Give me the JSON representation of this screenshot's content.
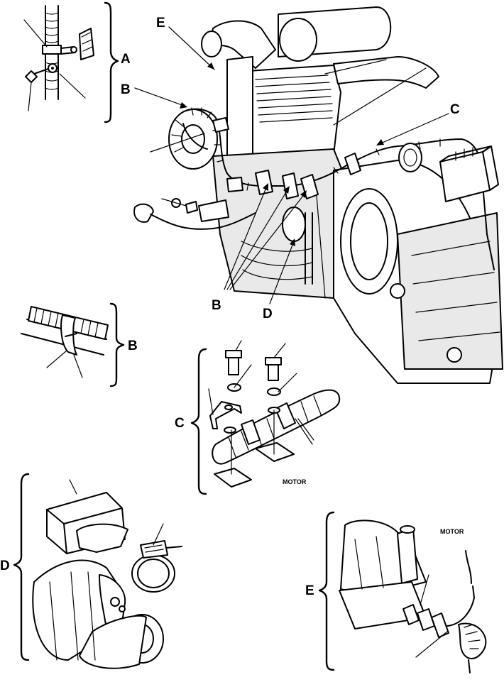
{
  "callouts": {
    "A": "A",
    "B": "B",
    "C": "C",
    "D": "D",
    "E": "E"
  },
  "text_labels": {
    "motor_c": "MOTOR",
    "motor_e": "MOTOR"
  }
}
